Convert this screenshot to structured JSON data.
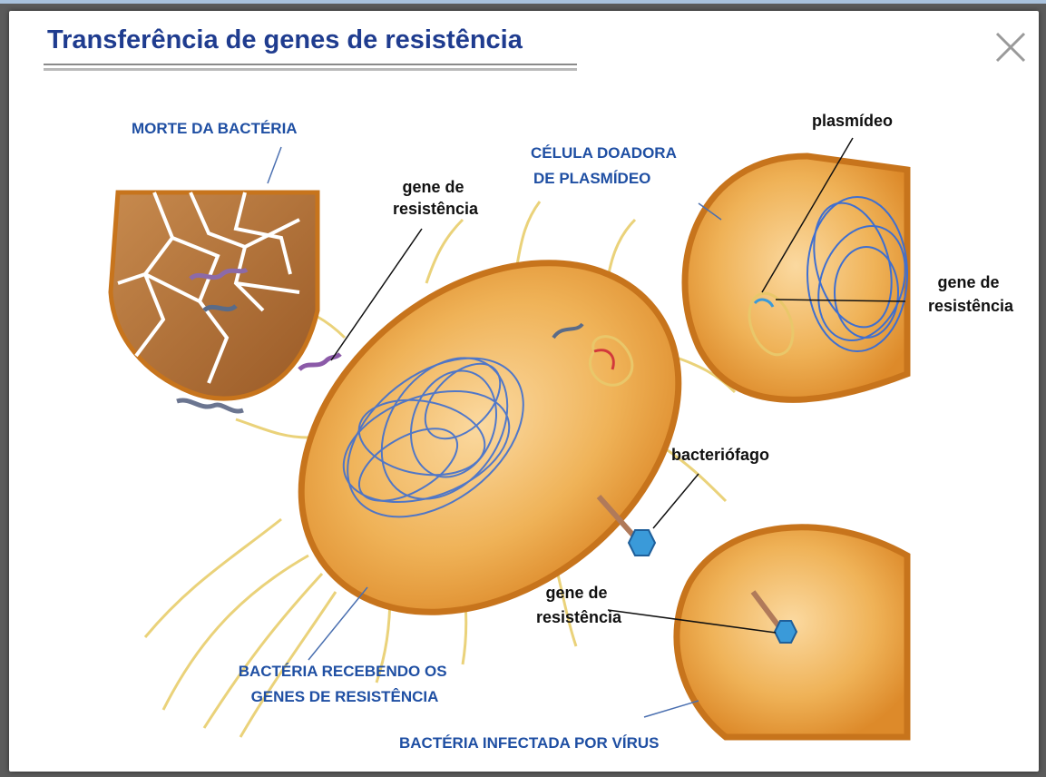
{
  "modal": {
    "title": "Transferência de genes de resistência",
    "close_icon": "close-icon"
  },
  "labels": {
    "morte": "MORTE DA BACTÉRIA",
    "gene_res_1": [
      "gene de",
      "resistência"
    ],
    "celula_doadora": [
      "CÉLULA DOADORA",
      "DE PLASMÍDEO"
    ],
    "plasmideo": "plasmídeo",
    "gene_res_2": [
      "gene de",
      "resistência"
    ],
    "bacteriofago": "bacteriófago",
    "gene_res_3": [
      "gene de",
      "resistência"
    ],
    "recebendo": [
      "BACTÉRIA RECEBENDO OS",
      "GENES DE RESISTÊNCIA"
    ],
    "infectada": "BACTÉRIA INFECTADA POR VÍRUS"
  },
  "colors": {
    "title": "#1f3c8f",
    "label_blue": "#1f4fa3",
    "bacteria_orange": "#e7a23a",
    "bacteria_rim": "#c7741c",
    "dna_blue": "#3f6fd0",
    "dead_bacteria": "#a5632b"
  }
}
